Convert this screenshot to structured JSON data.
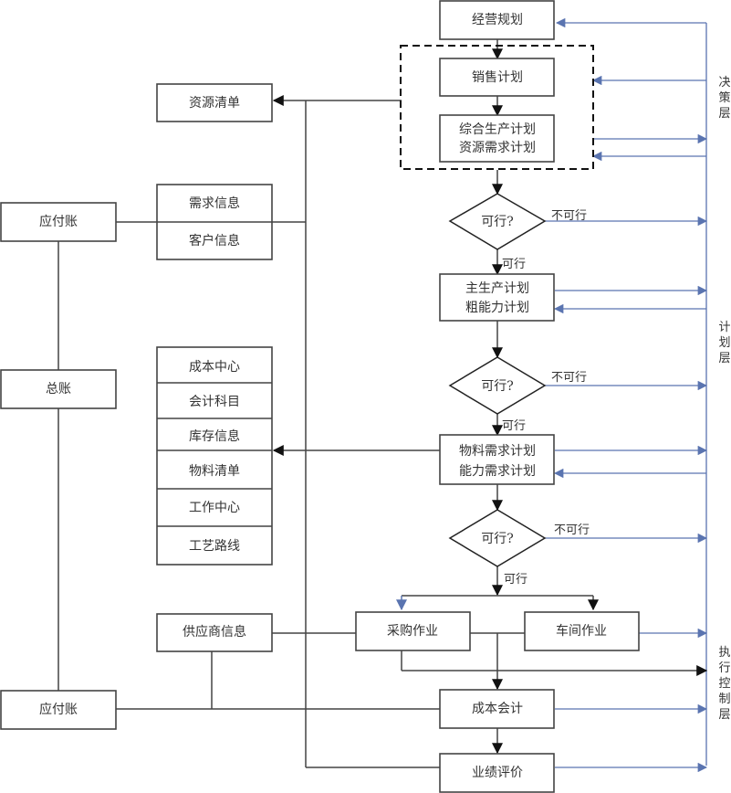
{
  "colors": {
    "line": "#444444",
    "feedback": "#5a74b0"
  },
  "nodes": {
    "business_planning": "经营规划",
    "sales_plan": "销售计划",
    "aggregate_plan_1": "综合生产计划",
    "aggregate_plan_2": "资源需求计划",
    "mps_1": "主生产计划",
    "mps_2": "粗能力计划",
    "mrp_1": "物料需求计划",
    "mrp_2": "能力需求计划",
    "purchasing": "采购作业",
    "workshop": "车间作业",
    "cost_accounting": "成本会计",
    "performance": "业绩评价",
    "resource_list": "资源清单",
    "demand_info": "需求信息",
    "customer_info": "客户信息",
    "payable_top": "应付账",
    "general_ledger": "总账",
    "payable_bottom": "应付账",
    "supplier_info": "供应商信息",
    "data_stack": [
      "成本中心",
      "会计科目",
      "库存信息",
      "物料清单",
      "工作中心",
      "工艺路线"
    ]
  },
  "decisions": {
    "question": "可行?",
    "yes": "可行",
    "no": "不可行"
  },
  "layers": {
    "decision": [
      "决",
      "策",
      "层"
    ],
    "planning": [
      "计",
      "划",
      "层"
    ],
    "execution": [
      "执",
      "行",
      "控",
      "制",
      "层"
    ]
  }
}
